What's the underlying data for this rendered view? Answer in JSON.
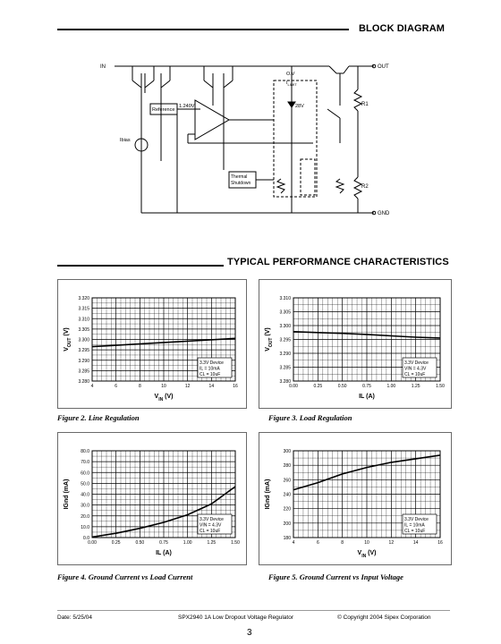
{
  "header": {
    "title": "BLOCK DIAGRAM"
  },
  "block_diagram": {
    "in_label": "IN",
    "out_label": "OUT",
    "gnd_label": "GND",
    "reference_label": "Reference",
    "ref_voltage": "1.240V",
    "ibias_label": "Ibias",
    "ov_label": "O.V",
    "ilimit_label": "I",
    "ilimit_sub": "LIMIT",
    "zener_label": "28V",
    "thermal_line1": "Thermal",
    "thermal_line2": "Shutdown",
    "r1_label": "R1",
    "r2_label": "R2"
  },
  "section2": {
    "title": "TYPICAL PERFORMANCE CHARACTERISTICS"
  },
  "chart_data": [
    {
      "type": "line",
      "caption": "Figure 2. Line Regulation",
      "xlabel": "V",
      "xlabel_sub": "IN",
      "xlabel_unit": " (V)",
      "ylabel": "V",
      "ylabel_sub": "OUT",
      "ylabel_unit": " (V)",
      "xlim": [
        4,
        16
      ],
      "ylim": [
        3.28,
        3.32
      ],
      "xticks": [
        "4",
        "6",
        "8",
        "10",
        "12",
        "14",
        "16"
      ],
      "yticks": [
        "3.280",
        "3.285",
        "3.290",
        "3.295",
        "3.300",
        "3.305",
        "3.310",
        "3.315",
        "3.320"
      ],
      "x_vals": [
        4,
        16
      ],
      "y_vals": [
        3.2965,
        3.3005
      ],
      "grid": true,
      "legend_lines": [
        "3.3V Device",
        "IL = 10mA",
        "CL = 10uF"
      ]
    },
    {
      "type": "line",
      "caption": "Figure 3. Load Regulation",
      "xlabel": "IL (A)",
      "ylabel": "V",
      "ylabel_sub": "OUT",
      "ylabel_unit": " (V)",
      "xlim": [
        0,
        1.5
      ],
      "ylim": [
        3.28,
        3.31
      ],
      "xticks": [
        "0.00",
        "0.25",
        "0.50",
        "0.75",
        "1.00",
        "1.25",
        "1.50"
      ],
      "yticks": [
        "3.280",
        "3.285",
        "3.290",
        "3.295",
        "3.300",
        "3.305",
        "3.310"
      ],
      "x_vals": [
        0,
        0.25,
        0.5,
        0.75,
        1.0,
        1.25,
        1.5
      ],
      "y_vals": [
        3.2978,
        3.2975,
        3.2972,
        3.2968,
        3.2963,
        3.2958,
        3.2955
      ],
      "grid": true,
      "legend_lines": [
        "3.3V Device",
        "VIN = 4.3V",
        "CL = 10uF"
      ]
    },
    {
      "type": "line",
      "caption": "Figure 4. Ground Current vs Load Current",
      "xlabel": "IL (A)",
      "ylabel": "IGnd (mA)",
      "xlim": [
        0,
        1.5
      ],
      "ylim": [
        0,
        80
      ],
      "xticks": [
        "0.00",
        "0.25",
        "0.50",
        "0.75",
        "1.00",
        "1.25",
        "1.50"
      ],
      "yticks": [
        "0.0",
        "10.0",
        "20.0",
        "30.0",
        "40.0",
        "50.0",
        "60.0",
        "70.0",
        "80.0"
      ],
      "x_vals": [
        0,
        0.25,
        0.5,
        0.75,
        1.0,
        1.25,
        1.5
      ],
      "y_vals": [
        0.5,
        4,
        8.5,
        14,
        21,
        31,
        47
      ],
      "grid": true,
      "legend_lines": [
        "3.3V Device",
        "VIN = 4.3V",
        "CL = 10uF"
      ]
    },
    {
      "type": "line",
      "caption": "Figure 5. Ground Current vs Input Voltage",
      "xlabel": "V",
      "xlabel_sub": "IN",
      "xlabel_unit": " (V)",
      "ylabel": "IGnd (mA)",
      "xlim": [
        4,
        16
      ],
      "ylim": [
        180,
        300
      ],
      "xticks": [
        "4",
        "6",
        "8",
        "10",
        "12",
        "14",
        "16"
      ],
      "yticks": [
        "180",
        "200",
        "220",
        "240",
        "260",
        "280",
        "300"
      ],
      "x_vals": [
        4,
        6,
        8,
        10,
        12,
        14,
        16
      ],
      "y_vals": [
        246,
        256,
        268,
        277,
        284,
        289,
        294
      ],
      "grid": true,
      "legend_lines": [
        "3.3V Device",
        "IL = 10mA",
        "CL = 10uF"
      ]
    }
  ],
  "footer": {
    "date": "Date: 5/25/04",
    "product": "SPX2940 1A Low Dropout Voltage Regulator",
    "copyright": "© Copyright 2004 Sipex Corporation",
    "page": "3"
  }
}
